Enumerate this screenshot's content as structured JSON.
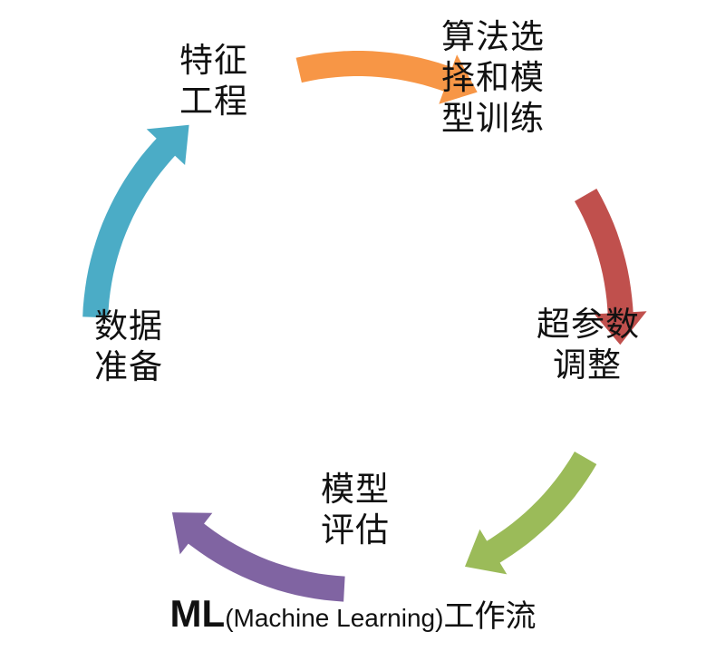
{
  "stages": [
    {
      "id": "feature-engineering",
      "lines": [
        "特征",
        "工程"
      ]
    },
    {
      "id": "algorithm-selection",
      "lines": [
        "算法选",
        "择和模",
        "型训练"
      ]
    },
    {
      "id": "hyperparameter-tuning",
      "lines": [
        "超参数",
        "调整"
      ]
    },
    {
      "id": "model-evaluation",
      "lines": [
        "模型",
        "评估"
      ]
    },
    {
      "id": "data-preparation",
      "lines": [
        "数据",
        "准备"
      ]
    }
  ],
  "arrows": [
    {
      "from": "feature-engineering",
      "to": "algorithm-selection",
      "color": "#F79646"
    },
    {
      "from": "algorithm-selection",
      "to": "hyperparameter-tuning",
      "color": "#C0504D"
    },
    {
      "from": "hyperparameter-tuning",
      "to": "model-evaluation",
      "color": "#9BBB59"
    },
    {
      "from": "model-evaluation",
      "to": "data-preparation",
      "color": "#8064A2"
    },
    {
      "from": "data-preparation",
      "to": "feature-engineering",
      "color": "#4BACC6"
    }
  ],
  "title": {
    "bold": "ML",
    "sub": "(Machine Learning)",
    "suffix": "工作流"
  }
}
